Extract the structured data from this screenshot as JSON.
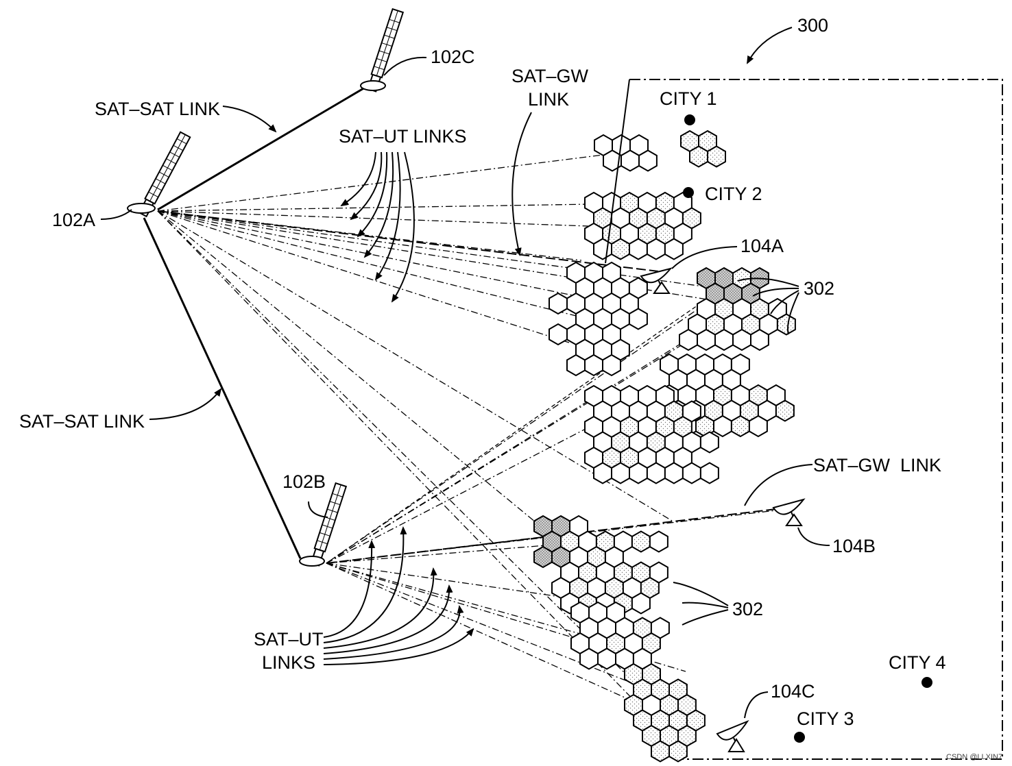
{
  "figure": {
    "ref": "300"
  },
  "satellites": [
    {
      "id": "102A",
      "label": "102A"
    },
    {
      "id": "102B",
      "label": "102B"
    },
    {
      "id": "102C",
      "label": "102C"
    }
  ],
  "link_labels": {
    "sat_sat_top": "SAT–SAT LINK",
    "sat_sat_mid": "SAT–SAT LINK",
    "sat_ut_top": "SAT–UT LINKS",
    "sat_gw_top_line1": "SAT–GW",
    "sat_gw_top_line2": "LINK",
    "sat_gw_right": "SAT–GW  LINK",
    "sat_ut_bottom_line1": "SAT–UT",
    "sat_ut_bottom_line2": "LINKS"
  },
  "gateways": [
    {
      "id": "104A",
      "label": "104A"
    },
    {
      "id": "104B",
      "label": "104B"
    },
    {
      "id": "104C",
      "label": "104C"
    }
  ],
  "beam_labels": {
    "upper": "302",
    "lower": "302"
  },
  "cities": [
    {
      "id": "city1",
      "label": "CITY 1"
    },
    {
      "id": "city2",
      "label": "CITY 2"
    },
    {
      "id": "city3",
      "label": "CITY 3"
    },
    {
      "id": "city4",
      "label": "CITY 4"
    }
  ],
  "watermark": "CSDN @LLXIN7"
}
